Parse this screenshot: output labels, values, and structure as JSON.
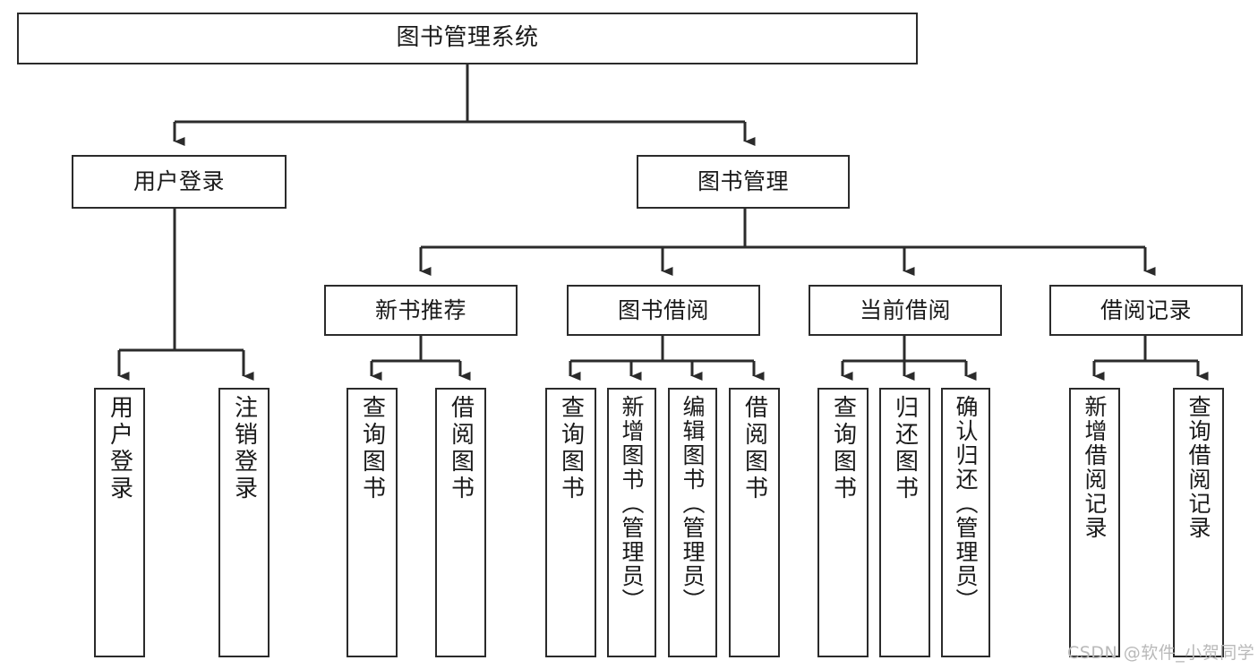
{
  "diagram": {
    "title": "图书管理系统",
    "type": "hierarchy-tree",
    "background_color": "#ffffff",
    "node_border_color": "#2b2b2b",
    "node_fill_color": "#ffffff",
    "connector_color": "#2b2b2b"
  },
  "watermark": {
    "text": "CSDN @软件_小贺同学",
    "color": "#b9b9b9"
  },
  "nodes": {
    "root": {
      "label": "图书管理系统"
    },
    "level1": [
      {
        "id": "user-login",
        "label": "用户登录"
      },
      {
        "id": "book-management",
        "label": "图书管理"
      }
    ],
    "level2": [
      {
        "id": "new-book-recommend",
        "label": "新书推荐"
      },
      {
        "id": "book-borrow",
        "label": "图书借阅"
      },
      {
        "id": "current-borrow",
        "label": "当前借阅"
      },
      {
        "id": "borrow-record",
        "label": "借阅记录"
      }
    ],
    "leaves": [
      {
        "id": "leaf-user-login",
        "label": "用户登录",
        "parent": "user-login"
      },
      {
        "id": "leaf-user-logout",
        "label": "注销登录",
        "parent": "user-login"
      },
      {
        "id": "leaf-query-book-1",
        "label": "查询图书",
        "parent": "new-book-recommend"
      },
      {
        "id": "leaf-borrow-book-1",
        "label": "借阅图书",
        "parent": "new-book-recommend"
      },
      {
        "id": "leaf-query-book-2",
        "label": "查询图书",
        "parent": "book-borrow"
      },
      {
        "id": "leaf-add-book",
        "label": "新增图书（管理员）",
        "parent": "book-borrow"
      },
      {
        "id": "leaf-edit-book",
        "label": "编辑图书（管理员）",
        "parent": "book-borrow"
      },
      {
        "id": "leaf-borrow-book-2",
        "label": "借阅图书",
        "parent": "book-borrow"
      },
      {
        "id": "leaf-query-book-3",
        "label": "查询图书",
        "parent": "current-borrow"
      },
      {
        "id": "leaf-return-book",
        "label": "归还图书",
        "parent": "current-borrow"
      },
      {
        "id": "leaf-confirm-return",
        "label": "确认归还（管理员）",
        "parent": "current-borrow"
      },
      {
        "id": "leaf-add-record",
        "label": "新增借阅记录",
        "parent": "borrow-record"
      },
      {
        "id": "leaf-query-record",
        "label": "查询借阅记录",
        "parent": "borrow-record"
      }
    ]
  }
}
